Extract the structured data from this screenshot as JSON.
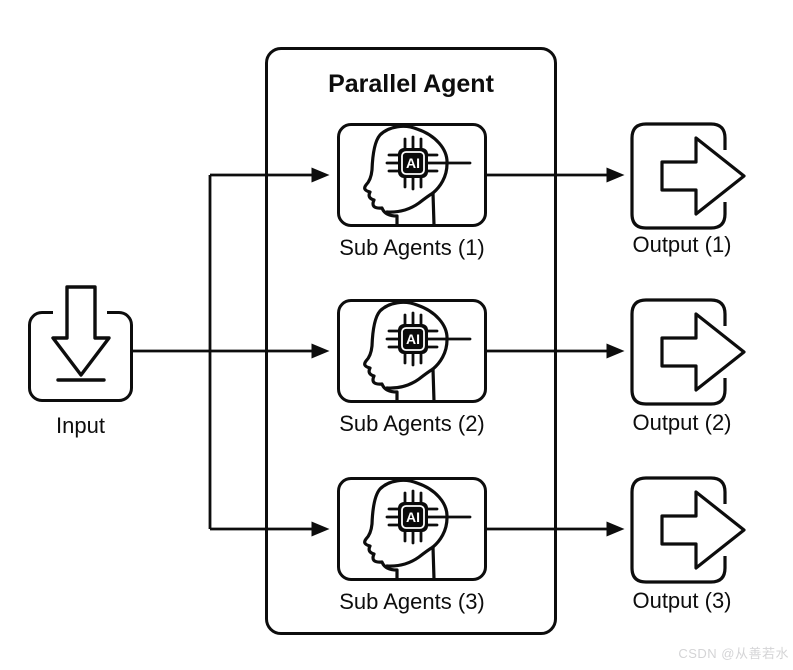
{
  "title": "Parallel Agent",
  "input": {
    "label": "Input",
    "icon": "download-arrow-icon"
  },
  "chip": {
    "label": "AI"
  },
  "rows": [
    {
      "sub_label": "Sub Agents (1)",
      "output_label": "Output (1)"
    },
    {
      "sub_label": "Sub Agents (2)",
      "output_label": "Output (2)"
    },
    {
      "sub_label": "Sub Agents (3)",
      "output_label": "Output (3)"
    }
  ],
  "icons": {
    "input": "download-arrow-icon",
    "sub_agent": "ai-head-chip-icon",
    "output": "arrow-right-exit-icon"
  },
  "watermark": "CSDN @从善若水",
  "colors": {
    "stroke": "#0d0d0d",
    "background": "#ffffff",
    "chip_fill": "#0a0a0a",
    "watermark": "#d4d4d6"
  }
}
